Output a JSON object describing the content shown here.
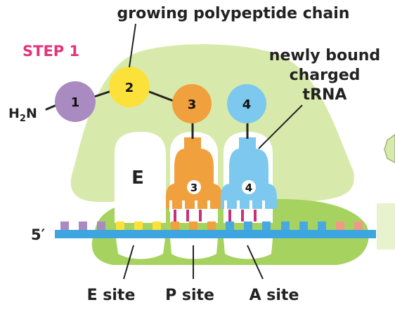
{
  "step_label": "STEP 1",
  "title": "growing polypeptide chain",
  "amino_terminus": {
    "main": "H",
    "sub": "2",
    "tail": "N"
  },
  "amino_acids": [
    {
      "number": "1",
      "color": "#a98bc2"
    },
    {
      "number": "2",
      "color": "#fbe13a"
    },
    {
      "number": "3",
      "color": "#f0a03c"
    },
    {
      "number": "4",
      "color": "#7cc8ee"
    }
  ],
  "trnas": [
    {
      "anticodon": "3",
      "color": "#f0a03c"
    },
    {
      "anticodon": "4",
      "color": "#7cc8ee"
    }
  ],
  "ribosome_site": "E",
  "new_trna_label": [
    "newly bound",
    "charged",
    "tRNA"
  ],
  "mrna_end": "5′",
  "site_labels": [
    "E site",
    "P site",
    "A site"
  ],
  "colors": {
    "step": "#e0357c",
    "ribosome_small": "#a6d35f",
    "ribosome_large": "#d8eaab",
    "mrna": "#3da5df",
    "codon_e": "#fbe13a",
    "codon_p": "#f0a03c",
    "codon_a": "#4aa8e0",
    "codon_upstream": "#a98bc2",
    "codon_downstream": "#ef9a86",
    "base_pair": "#c4327a"
  }
}
